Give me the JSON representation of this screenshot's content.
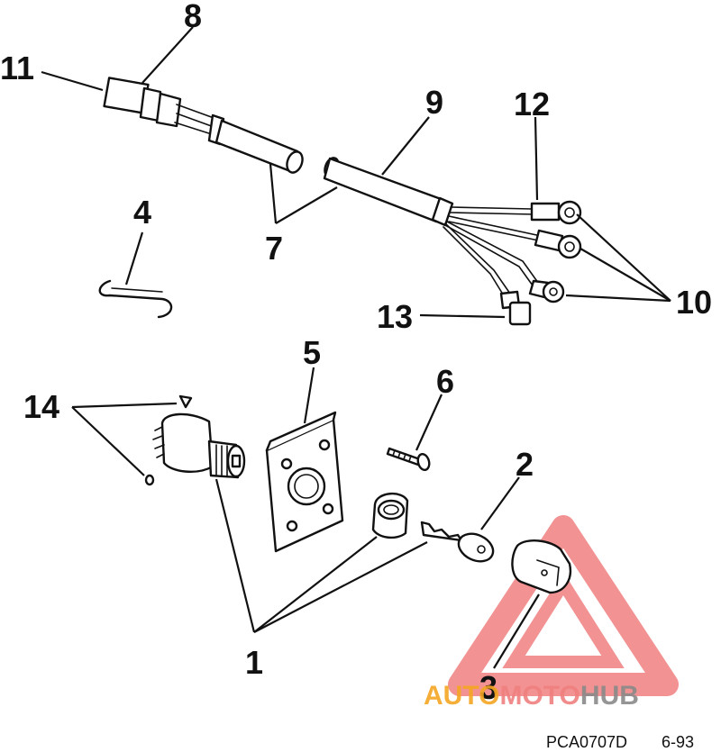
{
  "callouts": {
    "c1": "1",
    "c2": "2",
    "c3": "3",
    "c4": "4",
    "c5": "5",
    "c6": "6",
    "c7": "7",
    "c8": "8",
    "c9": "9",
    "c10": "10",
    "c11": "11",
    "c12": "12",
    "c13": "13",
    "c14": "14"
  },
  "footer": {
    "code": "PCA0707D",
    "date": "6-93"
  },
  "watermark": {
    "part1": "AUTO",
    "part2": "MOTO",
    "part3": "HUB",
    "color_primary": "#f08080",
    "color_orange": "#f5a623",
    "color_gray": "#8a8a8a"
  }
}
